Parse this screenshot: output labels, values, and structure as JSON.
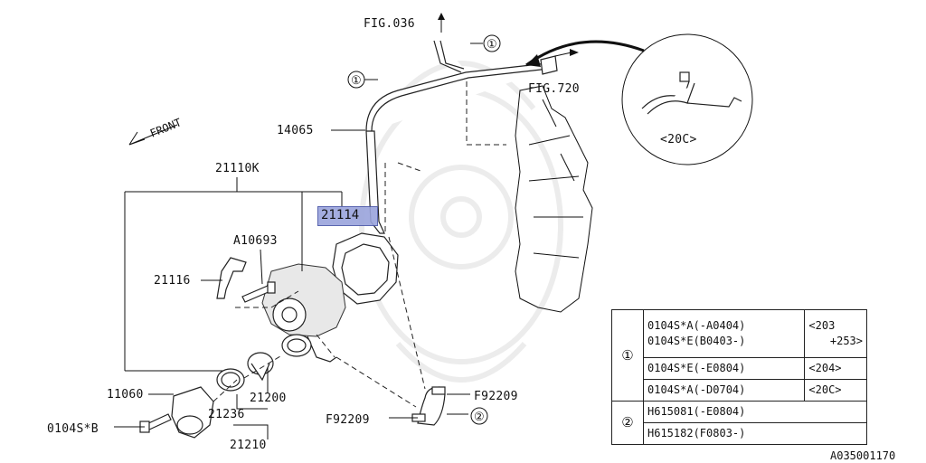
{
  "labels": {
    "fig036": "FIG.036",
    "fig720": "FIG.720",
    "front": "FRONT",
    "p14065": "14065",
    "p21110k": "21110K",
    "p21114": "21114",
    "pA10693": "A10693",
    "p21116": "21116",
    "p11060": "11060",
    "p21200": "21200",
    "p21236": "21236",
    "p21210": "21210",
    "p0104sb": "0104S*B",
    "pF92209a": "F92209",
    "pF92209b": "F92209",
    "detail": "<20C>",
    "circle1": "①",
    "circle2": "②",
    "image_code": "A035001170"
  },
  "table": {
    "group1": {
      "marker": "①",
      "rows": [
        {
          "codes": [
            "0104S*A(-A0404)",
            "0104S*E(B0403-)"
          ],
          "note_lines": [
            "<203",
            "+253>"
          ]
        },
        {
          "codes": [
            "0104S*E(-E0804)"
          ],
          "note_lines": [
            "<204>"
          ]
        },
        {
          "codes": [
            "0104S*A(-D0704)"
          ],
          "note_lines": [
            "<20C>"
          ]
        }
      ]
    },
    "group2": {
      "marker": "②",
      "rows": [
        {
          "codes": [
            "H615081(-E0804)"
          ]
        },
        {
          "codes": [
            "H615182(F0803-)"
          ]
        }
      ]
    }
  },
  "colors": {
    "highlight": "#9aa4dc",
    "line": "#111111"
  }
}
